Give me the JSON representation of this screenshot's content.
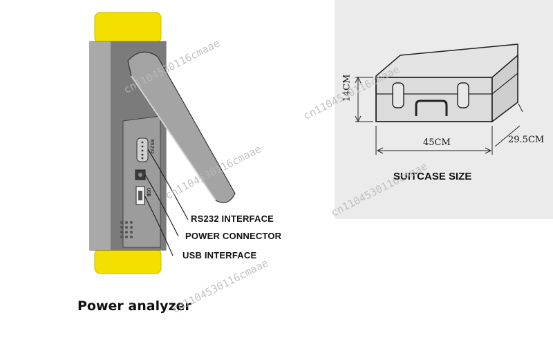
{
  "device": {
    "callouts": {
      "rs232": "RS232 INTERFACE",
      "power": "POWER CONNECTOR",
      "usb": "USB INTERFACE"
    },
    "port_labels": {
      "rs232": "RS232",
      "usb": "USB"
    }
  },
  "caption": "Power analyzer",
  "suitcase": {
    "title": "SUITCASE SIZE",
    "height": "14CM",
    "width": "45CM",
    "depth": "29.5CM"
  },
  "watermark": "cn1104530116cmaae"
}
